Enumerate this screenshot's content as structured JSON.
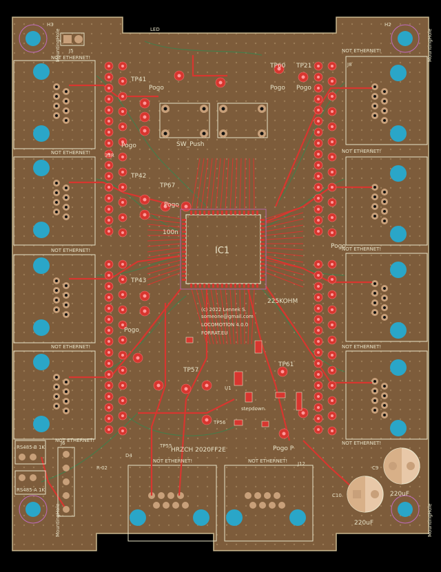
{
  "colors": {
    "background": "#000000",
    "board": "#7a5a3a",
    "copper_pour": "#8a6a45",
    "trace_top": "#d8362f",
    "trace_bottom": "#3f7f4c",
    "pad": "#c8a07a",
    "drill": "#2aa6c8",
    "silkscreen": "#e8e3c8",
    "courtyard": "#c06cc0"
  },
  "labels": {
    "mounting_tl": "MountingHole",
    "mounting_tr": "MountingHole",
    "mounting_br": "MountingHole",
    "mounting_bl": "MountingHole",
    "h3": "H3",
    "h2": "H2",
    "j5": "J5",
    "led": "LED",
    "not_ethernet": "NOT ETHERNET!",
    "j8": "J8",
    "j12": "J12",
    "tp60": "TP60",
    "tp21": "TP21",
    "tp41": "TP41",
    "tp42": "TP42",
    "tp43": "TP43",
    "tp67": "TP67",
    "tp57": "TP57",
    "tp56": "TP56",
    "tp61": "TP61",
    "tp55": "TP55",
    "pogo": "Pogo",
    "sw_push": "SW_Push",
    "ic1": "IC1",
    "ohm": "225KOHM",
    "cap_100n": "100n",
    "r_33r": "33R",
    "stepdown": "stepdown",
    "u1": "U1",
    "hrz": "HRZCH 2020FF2E",
    "pogo_bottom": "Pogo P",
    "rs485_b": "RS485-B 1K",
    "rs485_a": "RS485-A 1K",
    "c9": "C9",
    "c10": "C10",
    "cap_220uf_a": "220uF",
    "cap_220uf_b": "220uF",
    "credit1": "(c) 2022 Lennek S.",
    "credit2": "someone@gmail.com",
    "credit3": "LOCOMOTION 4.0.0",
    "credit4": "FORRAT.EU",
    "j6": "J6",
    "r_02": "R-02",
    "d4": "D4"
  }
}
